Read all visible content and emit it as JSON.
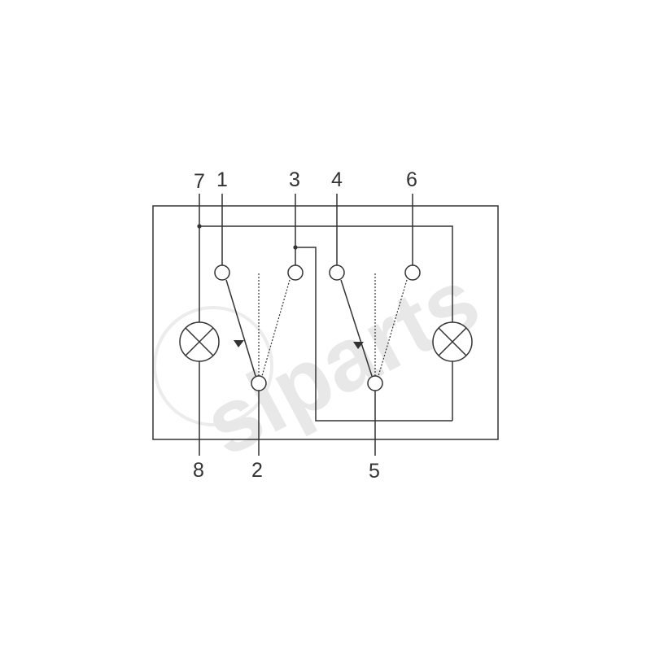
{
  "diagram": {
    "pins": {
      "p1": "1",
      "p2": "2",
      "p3": "3",
      "p4": "4",
      "p5": "5",
      "p6": "6",
      "p7": "7",
      "p8": "8"
    },
    "watermark": "siparts",
    "colors": {
      "line": "#333333",
      "watermark": "#e8e8e8",
      "background": "#ffffff"
    }
  }
}
